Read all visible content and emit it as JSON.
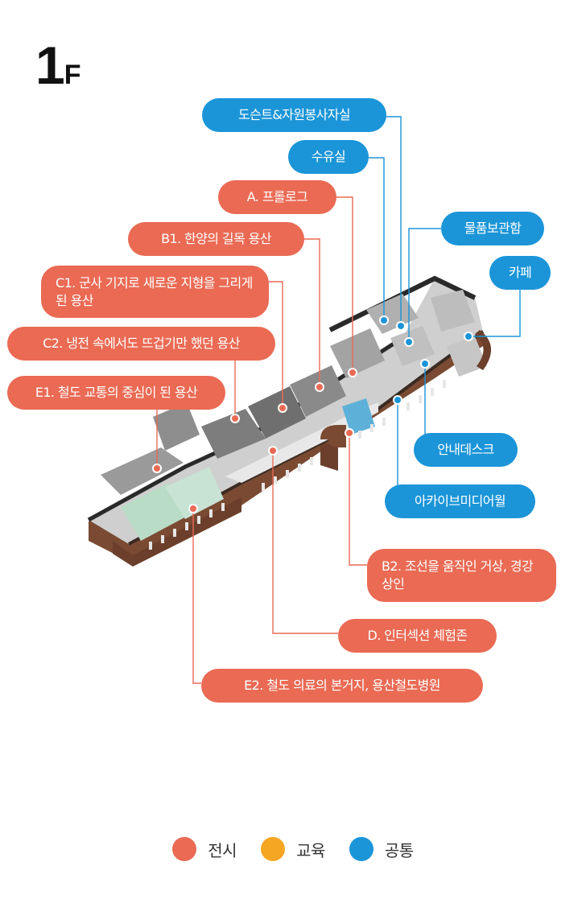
{
  "floor": {
    "number": "1",
    "suffix": "F"
  },
  "colors": {
    "exhibit": "#ea6a54",
    "education": "#f5a623",
    "common": "#1b95d8"
  },
  "labels": {
    "docent": "도슨트&자원봉사자실",
    "nursing": "수유실",
    "prologue": "A. 프롤로그",
    "b1": "B1. 한양의 길목 용산",
    "c1": "C1. 군사 기지로 새로운 지형을 그리게 된 용산",
    "c2": "C2. 냉전 속에서도 뜨겁기만 했던 용산",
    "e1": "E1. 철도 교통의 중심이 된 용산",
    "storage": "물품보관함",
    "cafe": "카페",
    "info": "안내데스크",
    "archive": "아카이브미디어월",
    "b2": "B2. 조선을 움직인 거상, 경강상인",
    "d": "D. 인터섹션 체험존",
    "e2": "E2. 철도 의료의 본거지, 용산철도병원"
  },
  "legend": [
    {
      "label": "전시",
      "color": "#ea6a54"
    },
    {
      "label": "교육",
      "color": "#f5a623"
    },
    {
      "label": "공통",
      "color": "#1b95d8"
    }
  ]
}
